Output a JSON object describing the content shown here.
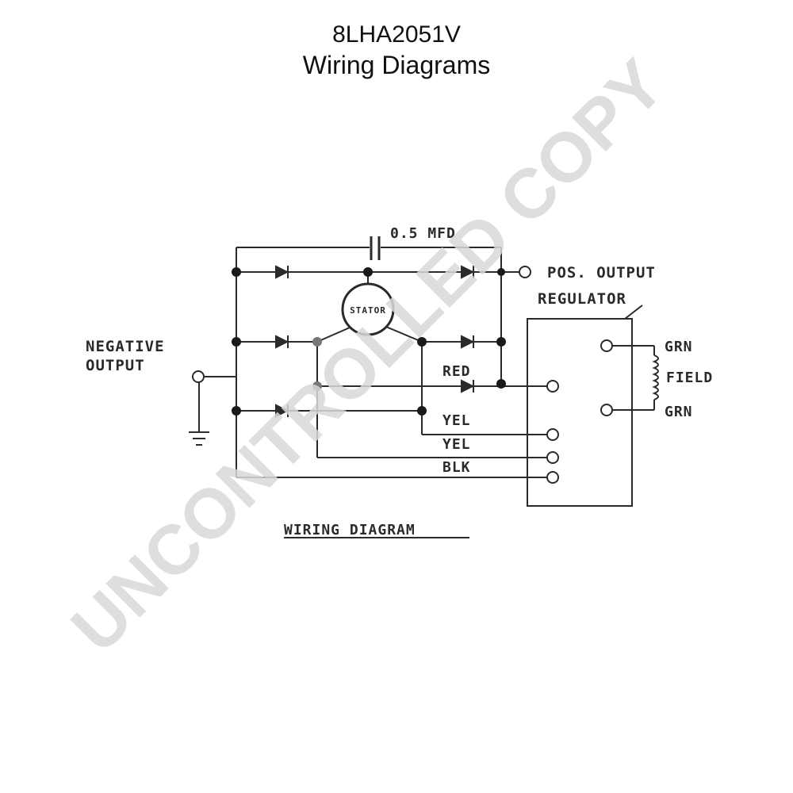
{
  "header": {
    "model": "8LHA2051V",
    "subtitle": "Wiring Diagrams"
  },
  "diagram": {
    "capacitor_label": "0.5 MFD",
    "pos_output_label": "POS. OUTPUT",
    "regulator_label": "REGULATOR",
    "negative_label_line1": "NEGATIVE",
    "negative_label_line2": "OUTPUT",
    "stator_label": "STATOR",
    "red_label": "RED",
    "yel_label_1": "YEL",
    "yel_label_2": "YEL",
    "blk_label": "BLK",
    "grn_label_top": "GRN",
    "grn_label_bottom": "GRN",
    "field_label": "FIELD",
    "caption": "WIRING DIAGRAM"
  },
  "watermark": {
    "text": "UNCONTROLLED COPY"
  }
}
